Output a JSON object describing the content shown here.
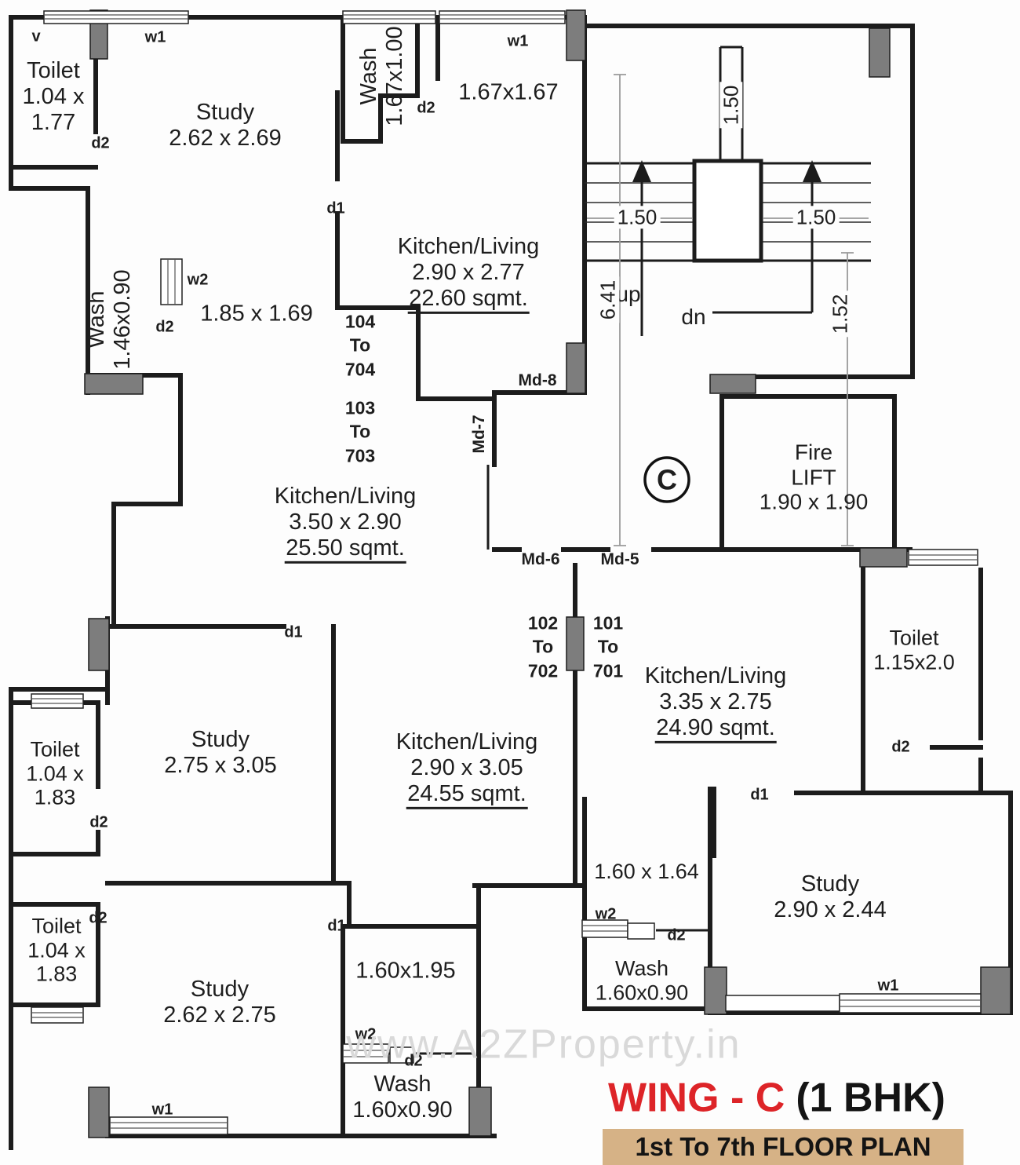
{
  "lobby": {
    "wing_circle": "C"
  },
  "markers": {
    "v": "v",
    "w1": "w1",
    "w2": "w2",
    "d1": "d1",
    "d2": "d2"
  },
  "doors": {
    "md5": "Md-5",
    "md6": "Md-6",
    "md7": "Md-7",
    "md8": "Md-8"
  },
  "units": {
    "u101": {
      "l1": "101",
      "l2": "To",
      "l3": "701"
    },
    "u102": {
      "l1": "102",
      "l2": "To",
      "l3": "702"
    },
    "u103": {
      "l1": "103",
      "l2": "To",
      "l3": "703"
    },
    "u104": {
      "l1": "104",
      "l2": "To",
      "l3": "704"
    }
  },
  "stairwell": {
    "up": "up",
    "dn": "dn",
    "dim_left": "1.50",
    "dim_right": "1.50",
    "dim_flue": "1.50",
    "dim_total": "6.41",
    "dim_landing": "1.52"
  },
  "rooms": {
    "toilet_nw": {
      "name": "Toilet",
      "d1": "1.04 x",
      "d2": "1.77"
    },
    "study_nw": {
      "name": "Study",
      "dim": "2.62 x 2.69"
    },
    "wash_n": {
      "name": "Wash",
      "dim": "1.67x1.00"
    },
    "bath_n": {
      "dim": "1.67x1.67"
    },
    "kitchen_104": {
      "name": "Kitchen/Living",
      "dim": "2.90 x 2.77",
      "area": "22.60 sqmt."
    },
    "wash_w": {
      "name": "Wash",
      "dim": "1.46x0.90"
    },
    "bath_w": {
      "dim": "1.85 x 1.69"
    },
    "kitchen_103": {
      "name": "Kitchen/Living",
      "dim": "3.50 x 2.90",
      "area": "25.50 sqmt."
    },
    "fire_lift": {
      "line1": "Fire",
      "line2": "LIFT",
      "dim": "1.90 x 1.90"
    },
    "kitchen_101": {
      "name": "Kitchen/Living",
      "dim": "3.35 x 2.75",
      "area": "24.90 sqmt."
    },
    "toilet_e": {
      "name": "Toilet",
      "dim": "1.15x2.0"
    },
    "study_se": {
      "name": "Study",
      "dim": "2.90 x 2.44"
    },
    "bath_se": {
      "dim": "1.60 x 1.64"
    },
    "wash_se": {
      "name": "Wash",
      "dim": "1.60x0.90"
    },
    "toilet_w": {
      "name": "Toilet",
      "d1": "1.04 x",
      "d2": "1.83"
    },
    "study_w": {
      "name": "Study",
      "dim": "2.75 x 3.05"
    },
    "kitchen_102": {
      "name": "Kitchen/Living",
      "dim": "2.90 x 3.05",
      "area": "24.55 sqmt."
    },
    "toilet_sw": {
      "name": "Toilet",
      "d1": "1.04 x",
      "d2": "1.83"
    },
    "study_sw": {
      "name": "Study",
      "dim": "2.62 x 2.75"
    },
    "bath_s": {
      "dim": "1.60x1.95"
    },
    "wash_s": {
      "name": "Wash",
      "dim": "1.60x0.90"
    }
  },
  "footer": {
    "watermark": "www.A2ZProperty.in",
    "title_wing": "WING - C",
    "title_type": "(1 BHK)",
    "banner": "1st To 7th FLOOR PLAN"
  },
  "colors": {
    "accent_red": "#dd2428",
    "banner_bg": "#d6b286",
    "wall": "#1c1c1c",
    "column": "#7d7d7d",
    "watermark": "#d9d9d9"
  }
}
